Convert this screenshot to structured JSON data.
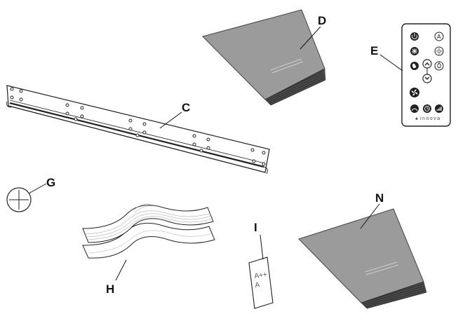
{
  "labels": {
    "bracket": "C",
    "manual_d": "D",
    "remote": "E",
    "screw": "G",
    "sheets": "H",
    "energy_label": "I",
    "manual_n": "N"
  },
  "remote": {
    "brand": "innova",
    "icons": [
      "power-icon",
      "auto-mode-icon",
      "snowflake-icon",
      "sun-icon",
      "fan-mode-icon",
      "chevron-up-icon",
      "drop-icon",
      "chevron-down-icon",
      "fan-speed-icon",
      "flap-icon",
      "timer-icon",
      "signal-icon"
    ],
    "auto_glyph": "A"
  },
  "energy_label": {
    "line1": "A++",
    "line2": "A"
  }
}
